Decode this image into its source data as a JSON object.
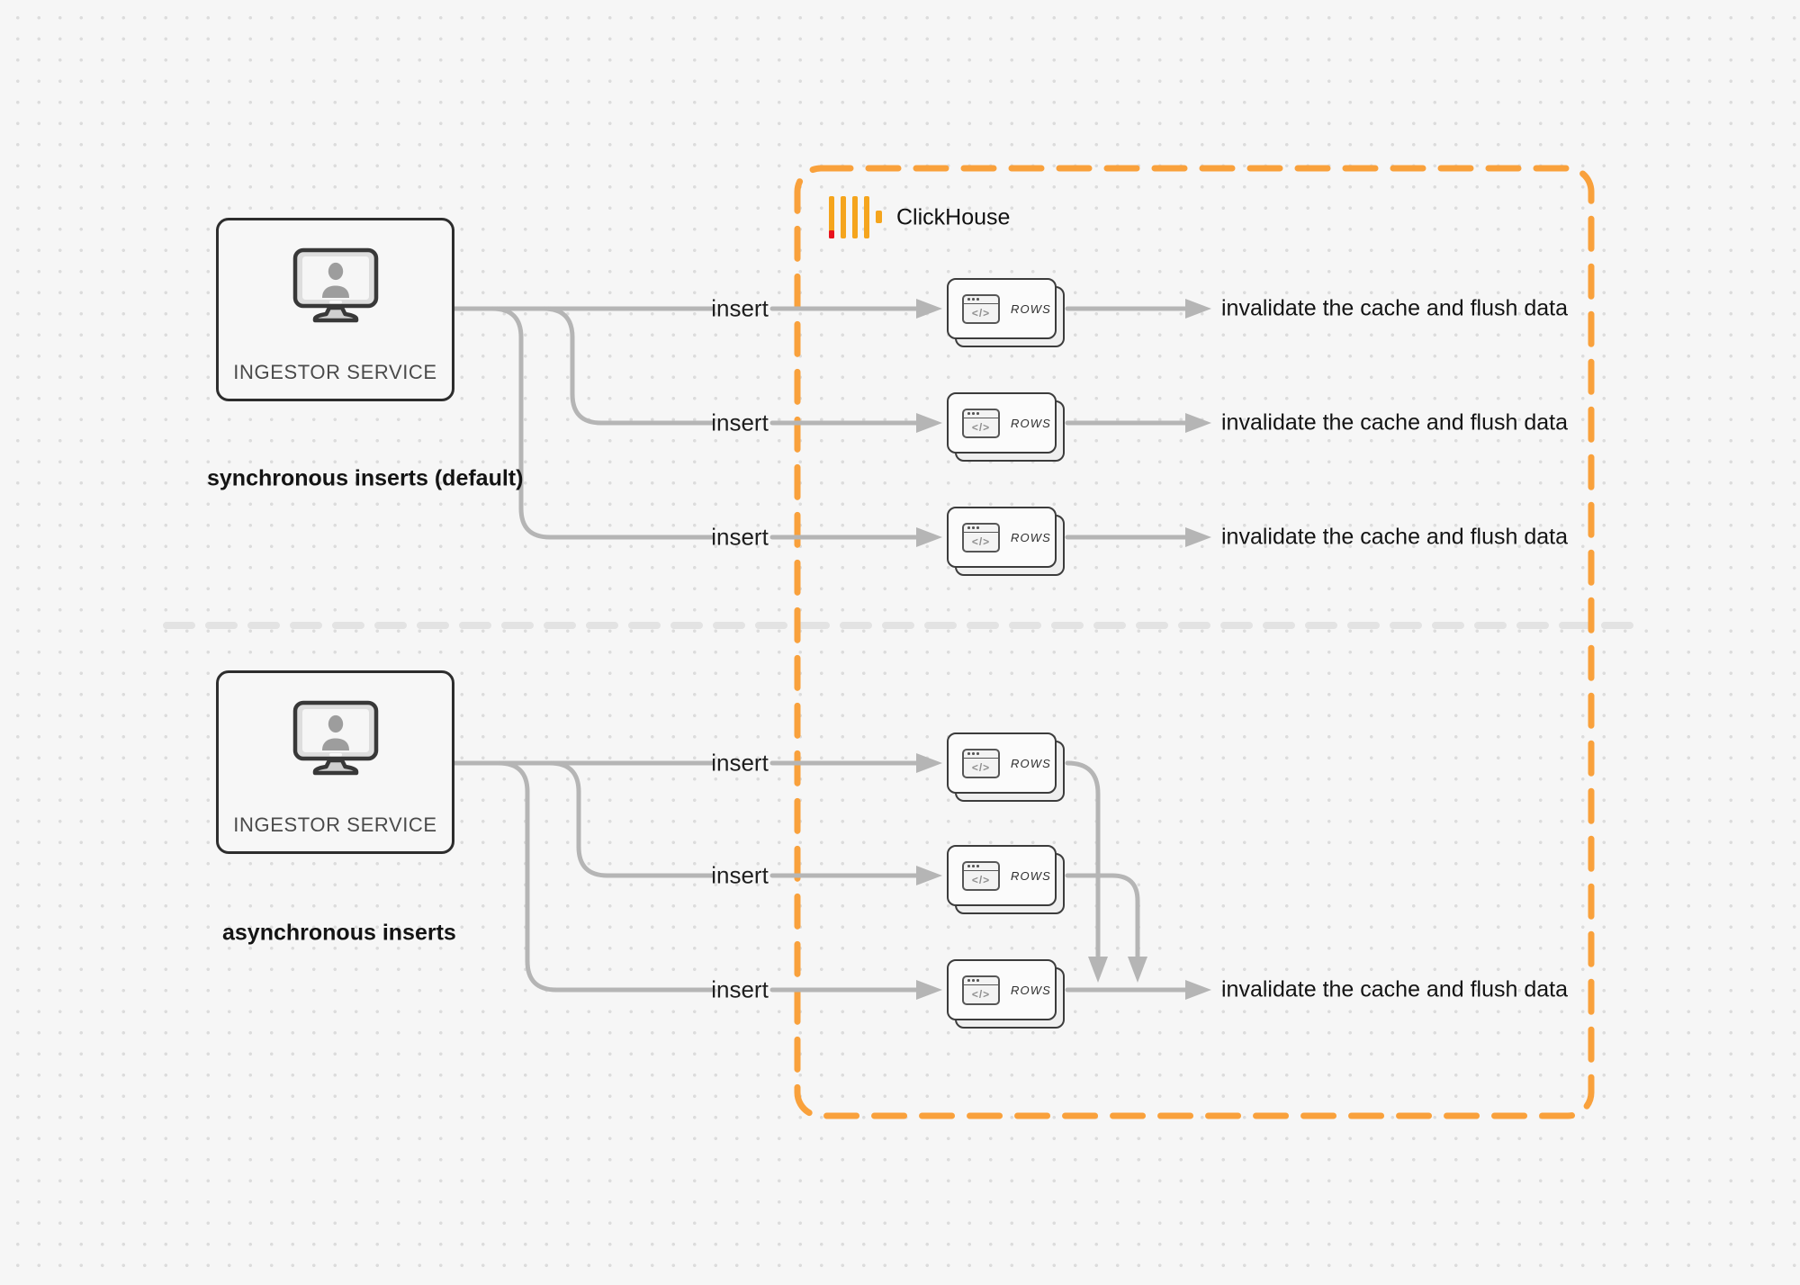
{
  "palette": {
    "background": "#f6f6f6",
    "grid_dot": "#dcdcdc",
    "accent_orange": "#F9A13C",
    "logo_yellow": "#F5A51D",
    "logo_red": "#E8131F",
    "connector_gray": "#B5B5B5",
    "divider_gray": "#E3E3E3",
    "text_dark": "#1C1C1C"
  },
  "clickhouse": {
    "label": "ClickHouse",
    "logo_icon": "clickhouse-bars-logo"
  },
  "sync": {
    "service_label": "INGESTOR SERVICE",
    "service_icon": "monitor-user-icon",
    "caption": "synchronous inserts (default)",
    "rows": [
      {
        "insert_label": "insert",
        "card_label": "ROWS",
        "card_icon_glyph": "</>",
        "result_label": "invalidate the cache and flush data"
      },
      {
        "insert_label": "insert",
        "card_label": "ROWS",
        "card_icon_glyph": "</>",
        "result_label": "invalidate the cache and flush data"
      },
      {
        "insert_label": "insert",
        "card_label": "ROWS",
        "card_icon_glyph": "</>",
        "result_label": "invalidate the cache and flush data"
      }
    ]
  },
  "async": {
    "service_label": "INGESTOR SERVICE",
    "service_icon": "monitor-user-icon",
    "caption": "asynchronous inserts",
    "rows": [
      {
        "insert_label": "insert",
        "card_label": "ROWS",
        "card_icon_glyph": "</>"
      },
      {
        "insert_label": "insert",
        "card_label": "ROWS",
        "card_icon_glyph": "</>"
      },
      {
        "insert_label": "insert",
        "card_label": "ROWS",
        "card_icon_glyph": "</>"
      }
    ],
    "result_label": "invalidate the cache and flush data"
  }
}
